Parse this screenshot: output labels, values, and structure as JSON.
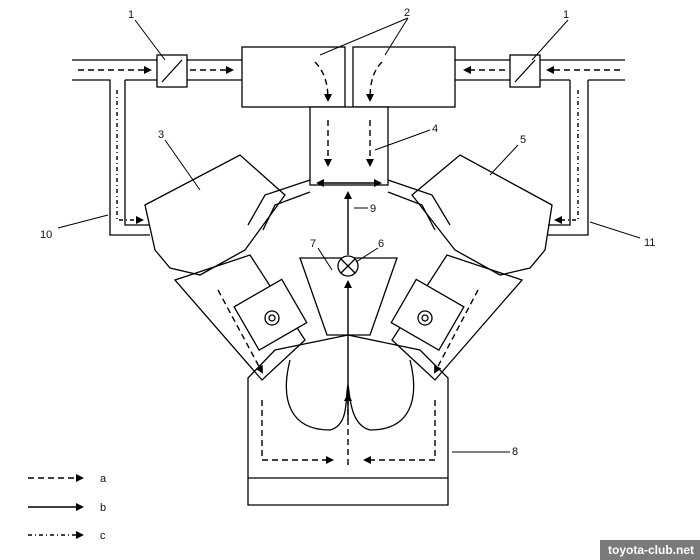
{
  "labels": {
    "l1a": "1",
    "l1b": "1",
    "l2": "2",
    "l3": "3",
    "l4": "4",
    "l5": "5",
    "l6": "6",
    "l7": "7",
    "l8": "8",
    "l9": "9",
    "l10": "10",
    "l11": "11"
  },
  "legend": {
    "a": "a",
    "b": "b",
    "c": "c"
  },
  "watermark": "toyota-club.net"
}
